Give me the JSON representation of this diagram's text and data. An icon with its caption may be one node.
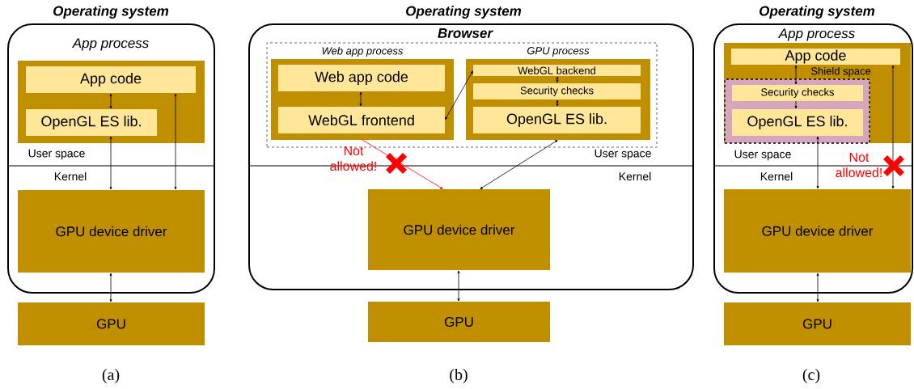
{
  "diagram": {
    "nodes": [
      {
        "text": [
          "Operating system"
        ]
      },
      {
        "text": [
          "App process"
        ],
        "in": 0
      },
      {
        "text": [
          "App code"
        ],
        "in": 1
      },
      {
        "text": [
          "OpenGL ES lib."
        ],
        "in": 1
      },
      {
        "text": [
          "GPU device driver"
        ],
        "in": 0
      },
      {
        "text": [
          "GPU"
        ]
      },
      {
        "text": [
          "Operating system"
        ]
      },
      {
        "text": [
          "Browser"
        ],
        "in": 6
      },
      {
        "text": [
          "Web app process"
        ],
        "in": 7
      },
      {
        "text": [
          "Web app code"
        ],
        "in": 8
      },
      {
        "text": [
          "WebGL frontend"
        ],
        "in": 8
      },
      {
        "text": [
          "GPU process"
        ],
        "in": 7
      },
      {
        "text": [
          "WebGL backend"
        ],
        "in": 11
      },
      {
        "text": [
          "Security checks"
        ],
        "in": 11
      },
      {
        "text": [
          "OpenGL ES lib."
        ],
        "in": 11
      },
      {
        "text": [
          "GPU device driver"
        ],
        "in": 6
      },
      {
        "text": [
          "GPU"
        ]
      },
      {
        "text": [
          "Operating system"
        ]
      },
      {
        "text": [
          "App process"
        ],
        "in": 17
      },
      {
        "text": [
          "App code"
        ],
        "in": 18
      },
      {
        "text": [
          "Shield space"
        ],
        "in": 18
      },
      {
        "text": [
          "Security checks"
        ],
        "in": 20
      },
      {
        "text": [
          "OpenGL ES lib."
        ],
        "in": 20
      },
      {
        "text": [
          "GPU device driver"
        ],
        "in": 17
      },
      {
        "text": [
          "GPU"
        ]
      }
    ],
    "edges": [
      {
        "from": 2,
        "to": 3,
        "arrow": "both"
      },
      {
        "from": 3,
        "to": 4,
        "arrow": "both"
      },
      {
        "from": 2,
        "to": 4,
        "arrow": "both"
      },
      {
        "from": 4,
        "to": 5,
        "arrow": "both"
      },
      {
        "from": 9,
        "to": 10,
        "arrow": "both"
      },
      {
        "from": 10,
        "to": 12,
        "arrow": "both"
      },
      {
        "from": 12,
        "to": 13,
        "arrow": "both"
      },
      {
        "from": 13,
        "to": 14,
        "arrow": "both"
      },
      {
        "from": 11,
        "to": 15,
        "arrow": "both"
      },
      {
        "from": 8,
        "to": 15,
        "arrow": "to",
        "color": "#ff0000",
        "label": "Not allowed!"
      },
      {
        "from": 15,
        "to": 16,
        "arrow": "both"
      },
      {
        "from": 19,
        "to": 21,
        "arrow": "both"
      },
      {
        "from": 21,
        "to": 22,
        "arrow": "to"
      },
      {
        "from": 22,
        "to": 23,
        "arrow": "both"
      },
      {
        "from": 19,
        "to": 23,
        "arrow": "both",
        "label": "Not allowed!"
      },
      {
        "from": 23,
        "to": 24,
        "arrow": "both"
      }
    ],
    "labels": [
      "User space",
      "Kernel",
      "User space",
      "Kernel",
      "User space",
      "Kernel",
      "(a)",
      "(b)",
      "(c)"
    ]
  }
}
